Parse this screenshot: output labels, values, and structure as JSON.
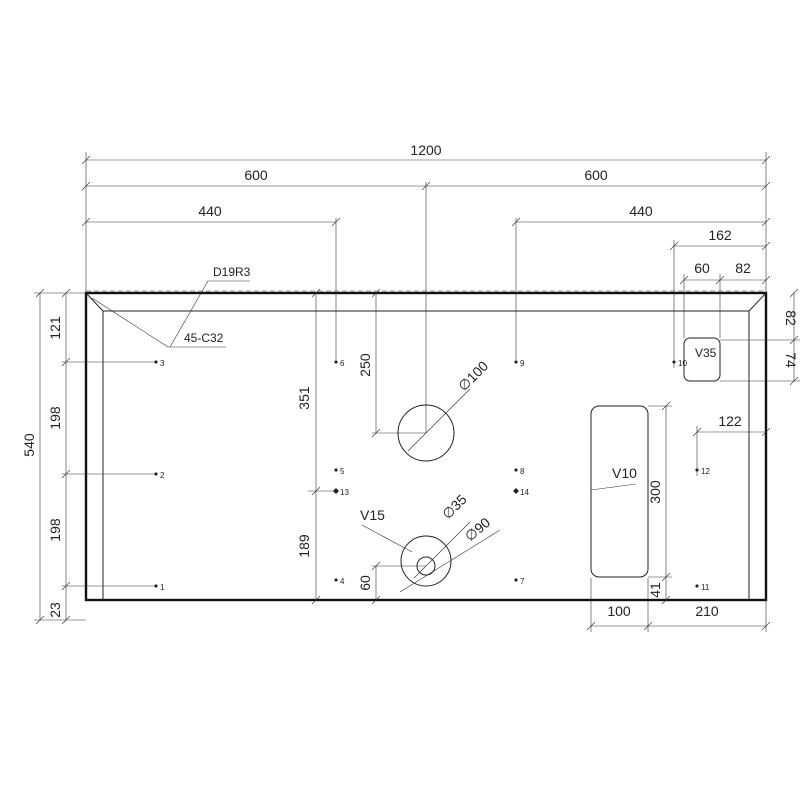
{
  "dimensions": {
    "total_width": "1200",
    "half_left": "600",
    "half_right": "600",
    "offset_left": "440",
    "offset_right": "440",
    "right_162": "162",
    "right_60": "60",
    "right_82": "82",
    "total_height": "540",
    "left_121": "121",
    "left_198_top": "198",
    "left_198_bottom": "198",
    "left_23": "23",
    "mid_351": "351",
    "mid_250": "250",
    "mid_189": "189",
    "mid_60": "60",
    "right_82_v": "82",
    "right_74_v": "74",
    "slot_300": "300",
    "slot_41": "41",
    "hole_122": "122",
    "bottom_100": "100",
    "bottom_210": "210"
  },
  "labels": {
    "edge_profile": "D19R3",
    "chamfer": "45-C32",
    "hole_100": "∅100",
    "hole_35": "∅35",
    "hole_90": "∅90",
    "pocket_v15": "V15",
    "pocket_v10": "V10",
    "pocket_v35": "V35"
  },
  "points": [
    "1",
    "2",
    "3",
    "4",
    "5",
    "6",
    "7",
    "8",
    "9",
    "10",
    "11",
    "12",
    "13",
    "14"
  ]
}
